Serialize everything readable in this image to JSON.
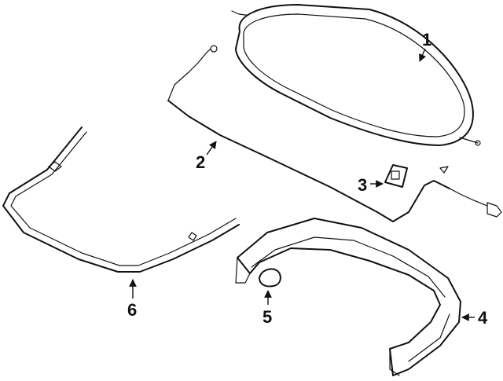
{
  "diagram": {
    "colors": {
      "line": "#111111",
      "background": "#ffffff"
    },
    "callouts": [
      {
        "id": "1",
        "label": "1"
      },
      {
        "id": "2",
        "label": "2"
      },
      {
        "id": "3",
        "label": "3"
      },
      {
        "id": "4",
        "label": "4"
      },
      {
        "id": "5",
        "label": "5"
      },
      {
        "id": "6",
        "label": "6"
      }
    ]
  }
}
